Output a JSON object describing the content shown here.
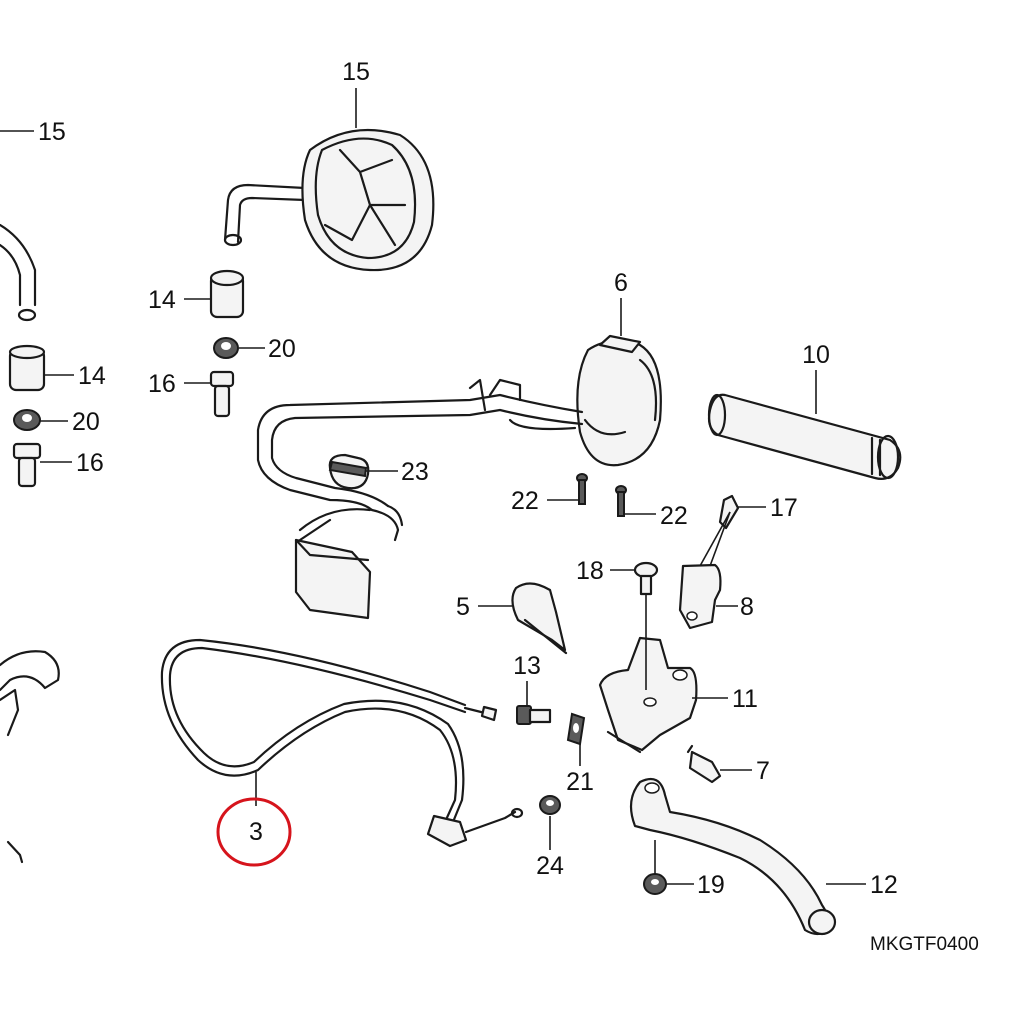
{
  "diagram": {
    "drawing_code": "MKGTF0400",
    "highlight_color": "#d6141c",
    "callouts": {
      "c15_top": "15",
      "c15_left": "15",
      "c14_a": "14",
      "c14_b": "14",
      "c20_a": "20",
      "c20_b": "20",
      "c16_a": "16",
      "c16_b": "16",
      "c6": "6",
      "c10": "10",
      "c23": "23",
      "c22_a": "22",
      "c22_b": "22",
      "c17": "17",
      "c18": "18",
      "c5": "5",
      "c8": "8",
      "c13": "13",
      "c11": "11",
      "c21": "21",
      "c7": "7",
      "c3": "3",
      "c24": "24",
      "c19": "19",
      "c12": "12"
    }
  }
}
